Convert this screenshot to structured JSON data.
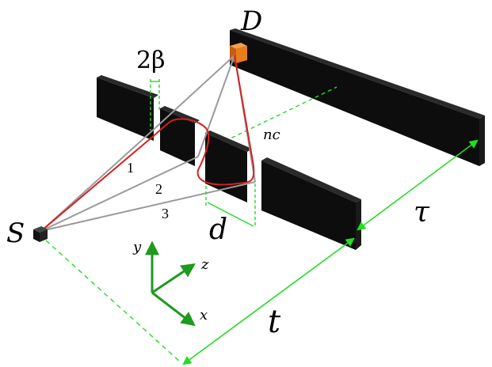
{
  "labels": {
    "source": "S",
    "detector": "D",
    "slit_width": "2β",
    "slit_spacing": "d",
    "screen_distance": "τ",
    "source_distance": "t",
    "refractive_path": "nc",
    "path_1": "1",
    "path_2": "2",
    "path_3": "3",
    "axis_x": "x",
    "axis_y": "y",
    "axis_z": "z"
  },
  "colors": {
    "panel": "#0d0d0d",
    "panel_top": "#2a2a2a",
    "ray_gray": "#9a9a9a",
    "ray_red": "#d42020",
    "dimension_green": "#22dd22",
    "axis_green": "#1e9a1e",
    "detector_orange": "#e87d1c"
  }
}
